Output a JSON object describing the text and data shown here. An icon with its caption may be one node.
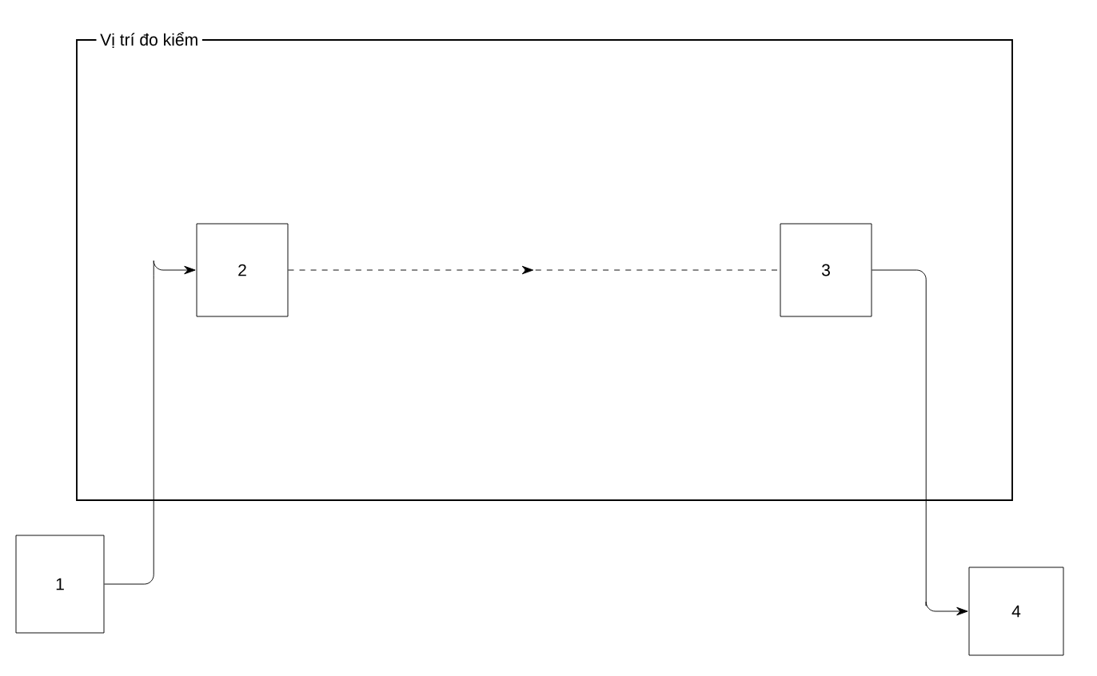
{
  "diagram": {
    "nodes": [
      {
        "text": [
          "Vị trí đo kiểm"
        ]
      },
      {
        "text": [
          "1"
        ]
      },
      {
        "text": [
          "2"
        ],
        "in": 0
      },
      {
        "text": [
          "3"
        ],
        "in": 0
      },
      {
        "text": [
          "4"
        ]
      }
    ],
    "edges": [
      {
        "from": 1,
        "to": 2,
        "arrow": "to"
      },
      {
        "from": 2,
        "to": 3,
        "arrow": "to",
        "style": "dashed"
      },
      {
        "from": 3,
        "to": 4,
        "arrow": "to"
      }
    ]
  }
}
